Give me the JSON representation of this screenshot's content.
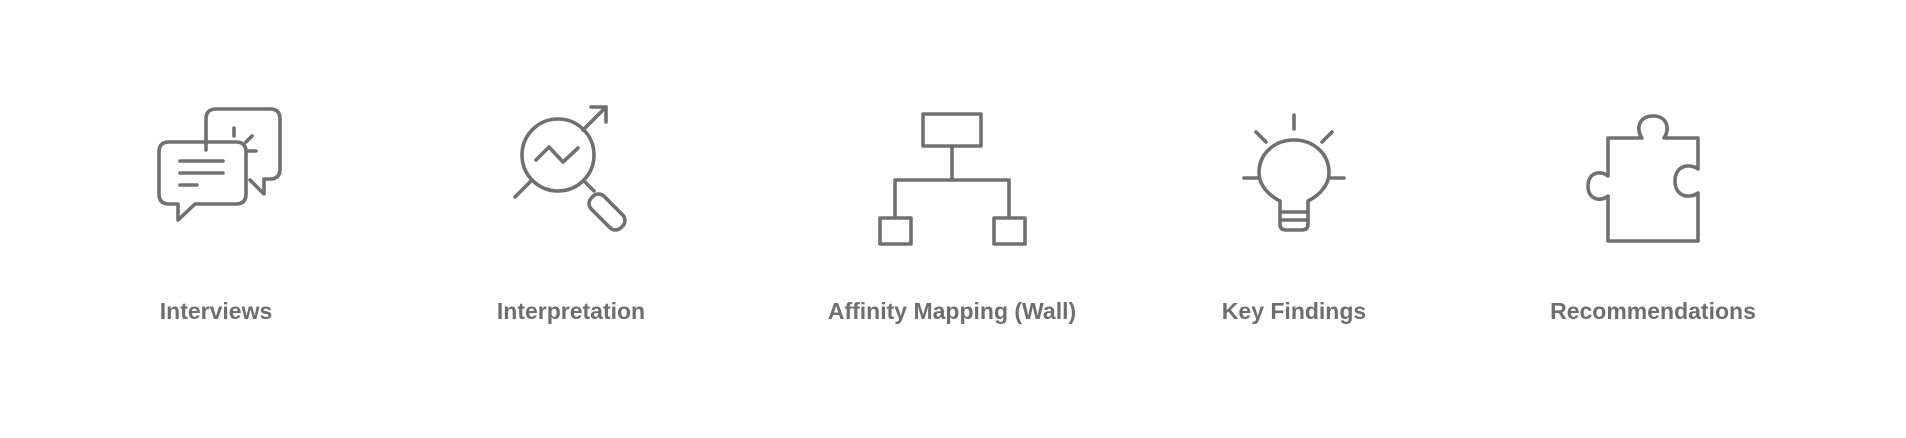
{
  "colors": {
    "icon_stroke": "#707070",
    "label_text": "#6e6e6e",
    "background": "#ffffff"
  },
  "steps": [
    {
      "icon": "chat-bubbles-icon",
      "label": "Interviews"
    },
    {
      "icon": "magnifier-chart-icon",
      "label": "Interpretation"
    },
    {
      "icon": "hierarchy-icon",
      "label": "Affinity Mapping (Wall)"
    },
    {
      "icon": "lightbulb-icon",
      "label": "Key Findings"
    },
    {
      "icon": "puzzle-piece-icon",
      "label": "Recommendations"
    }
  ]
}
